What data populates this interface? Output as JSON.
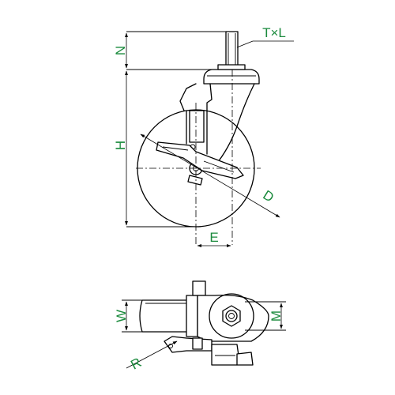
{
  "labels": {
    "thread": "T×L",
    "stem_height": "N",
    "overall_height": "H",
    "wheel_diameter": "D",
    "offset": "E",
    "wheel_width": "W",
    "mount_width": "M",
    "swivel_radius": "R"
  },
  "colors": {
    "label": "#1a8a3c",
    "line": "#000000",
    "background": "#ffffff"
  }
}
